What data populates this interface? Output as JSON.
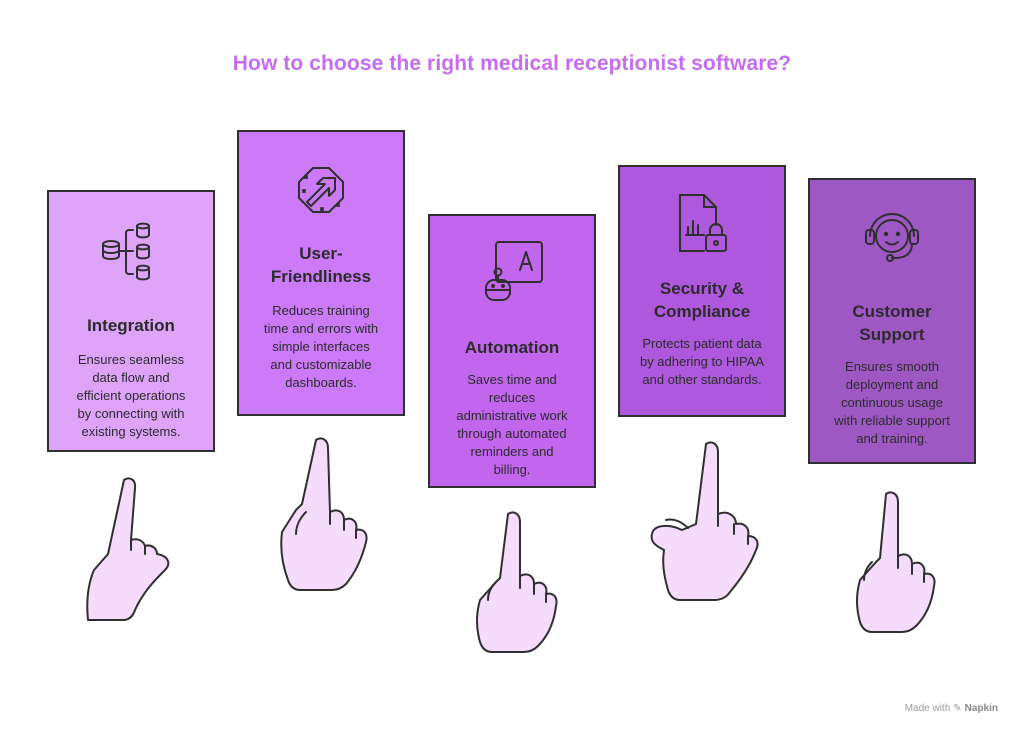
{
  "title": "How to choose the right medical receptionist software?",
  "colors": {
    "title": "#c56cf0",
    "card1": "#dea4fa",
    "card2": "#cc7af8",
    "card3": "#c266ee",
    "card4": "#ae58dd",
    "card5": "#9d58c4",
    "hand_fill": "#f5dcfd",
    "stroke": "#2f2f2f"
  },
  "cards": [
    {
      "icon": "database-network-icon",
      "title": "Integration",
      "desc": "Ensures seamless\ndata flow and\nefficient operations\nby connecting with\nexisting systems."
    },
    {
      "icon": "arrow-shape-icon",
      "title": "User-\nFriendliness",
      "desc": "Reduces training\ntime and errors with\nsimple interfaces\nand customizable\ndashboards."
    },
    {
      "icon": "robot-text-icon",
      "title": "Automation",
      "desc": "Saves time and\nreduces\nadministrative work\nthrough automated\nreminders and\nbilling."
    },
    {
      "icon": "secure-document-icon",
      "title": "Security &\nCompliance",
      "desc": "Protects patient data\nby adhering to HIPAA\nand other standards."
    },
    {
      "icon": "headset-support-icon",
      "title": "Customer\nSupport",
      "desc": "Ensures smooth\ndeployment and\ncontinuous usage\nwith reliable support\nand training."
    }
  ],
  "footer": {
    "prefix": "Made with",
    "brand": "Napkin"
  }
}
